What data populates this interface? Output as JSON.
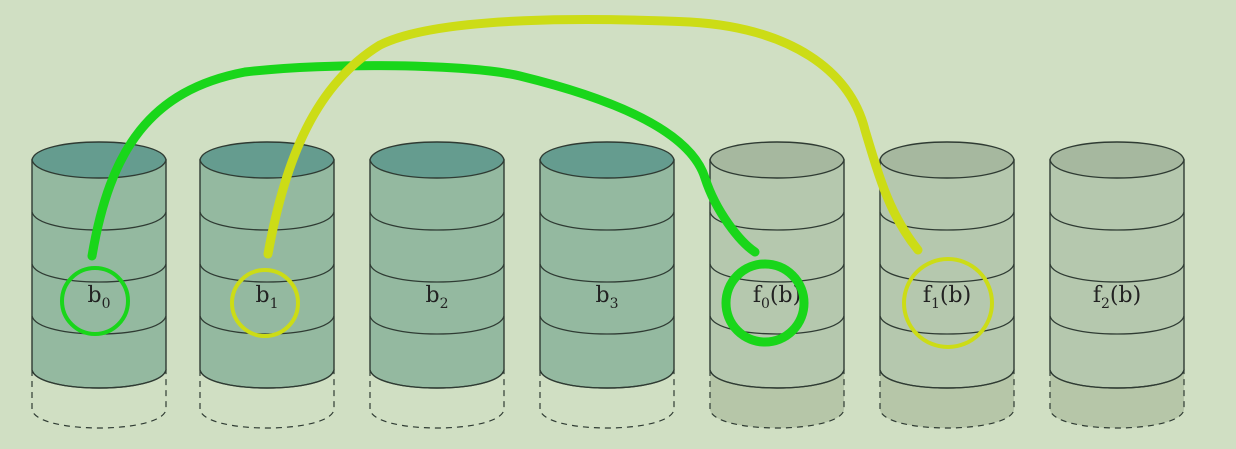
{
  "colors": {
    "background": "#d0dfc3",
    "data_disk_body": "#94b9a0",
    "data_disk_top": "#659c8f",
    "parity_disk_body": "#b5c8ae",
    "parity_disk_top": "#a6b89f",
    "outline": "#2f3b33",
    "green_link": "#19d61a",
    "yellow_link": "#ccdc16"
  },
  "disks": [
    {
      "label": "b",
      "sub": "0",
      "suffix": "",
      "kind": "data"
    },
    {
      "label": "b",
      "sub": "1",
      "suffix": "",
      "kind": "data"
    },
    {
      "label": "b",
      "sub": "2",
      "suffix": "",
      "kind": "data"
    },
    {
      "label": "b",
      "sub": "3",
      "suffix": "",
      "kind": "data"
    },
    {
      "label": "f",
      "sub": "0",
      "suffix": "(b)",
      "kind": "parity"
    },
    {
      "label": "f",
      "sub": "1",
      "suffix": "(b)",
      "kind": "parity"
    },
    {
      "label": "f",
      "sub": "2",
      "suffix": "(b)",
      "kind": "parity"
    }
  ],
  "links": [
    {
      "from": "b0",
      "to": "f0(b)",
      "color": "green"
    },
    {
      "from": "b1",
      "to": "f1(b)",
      "color": "yellow"
    }
  ]
}
